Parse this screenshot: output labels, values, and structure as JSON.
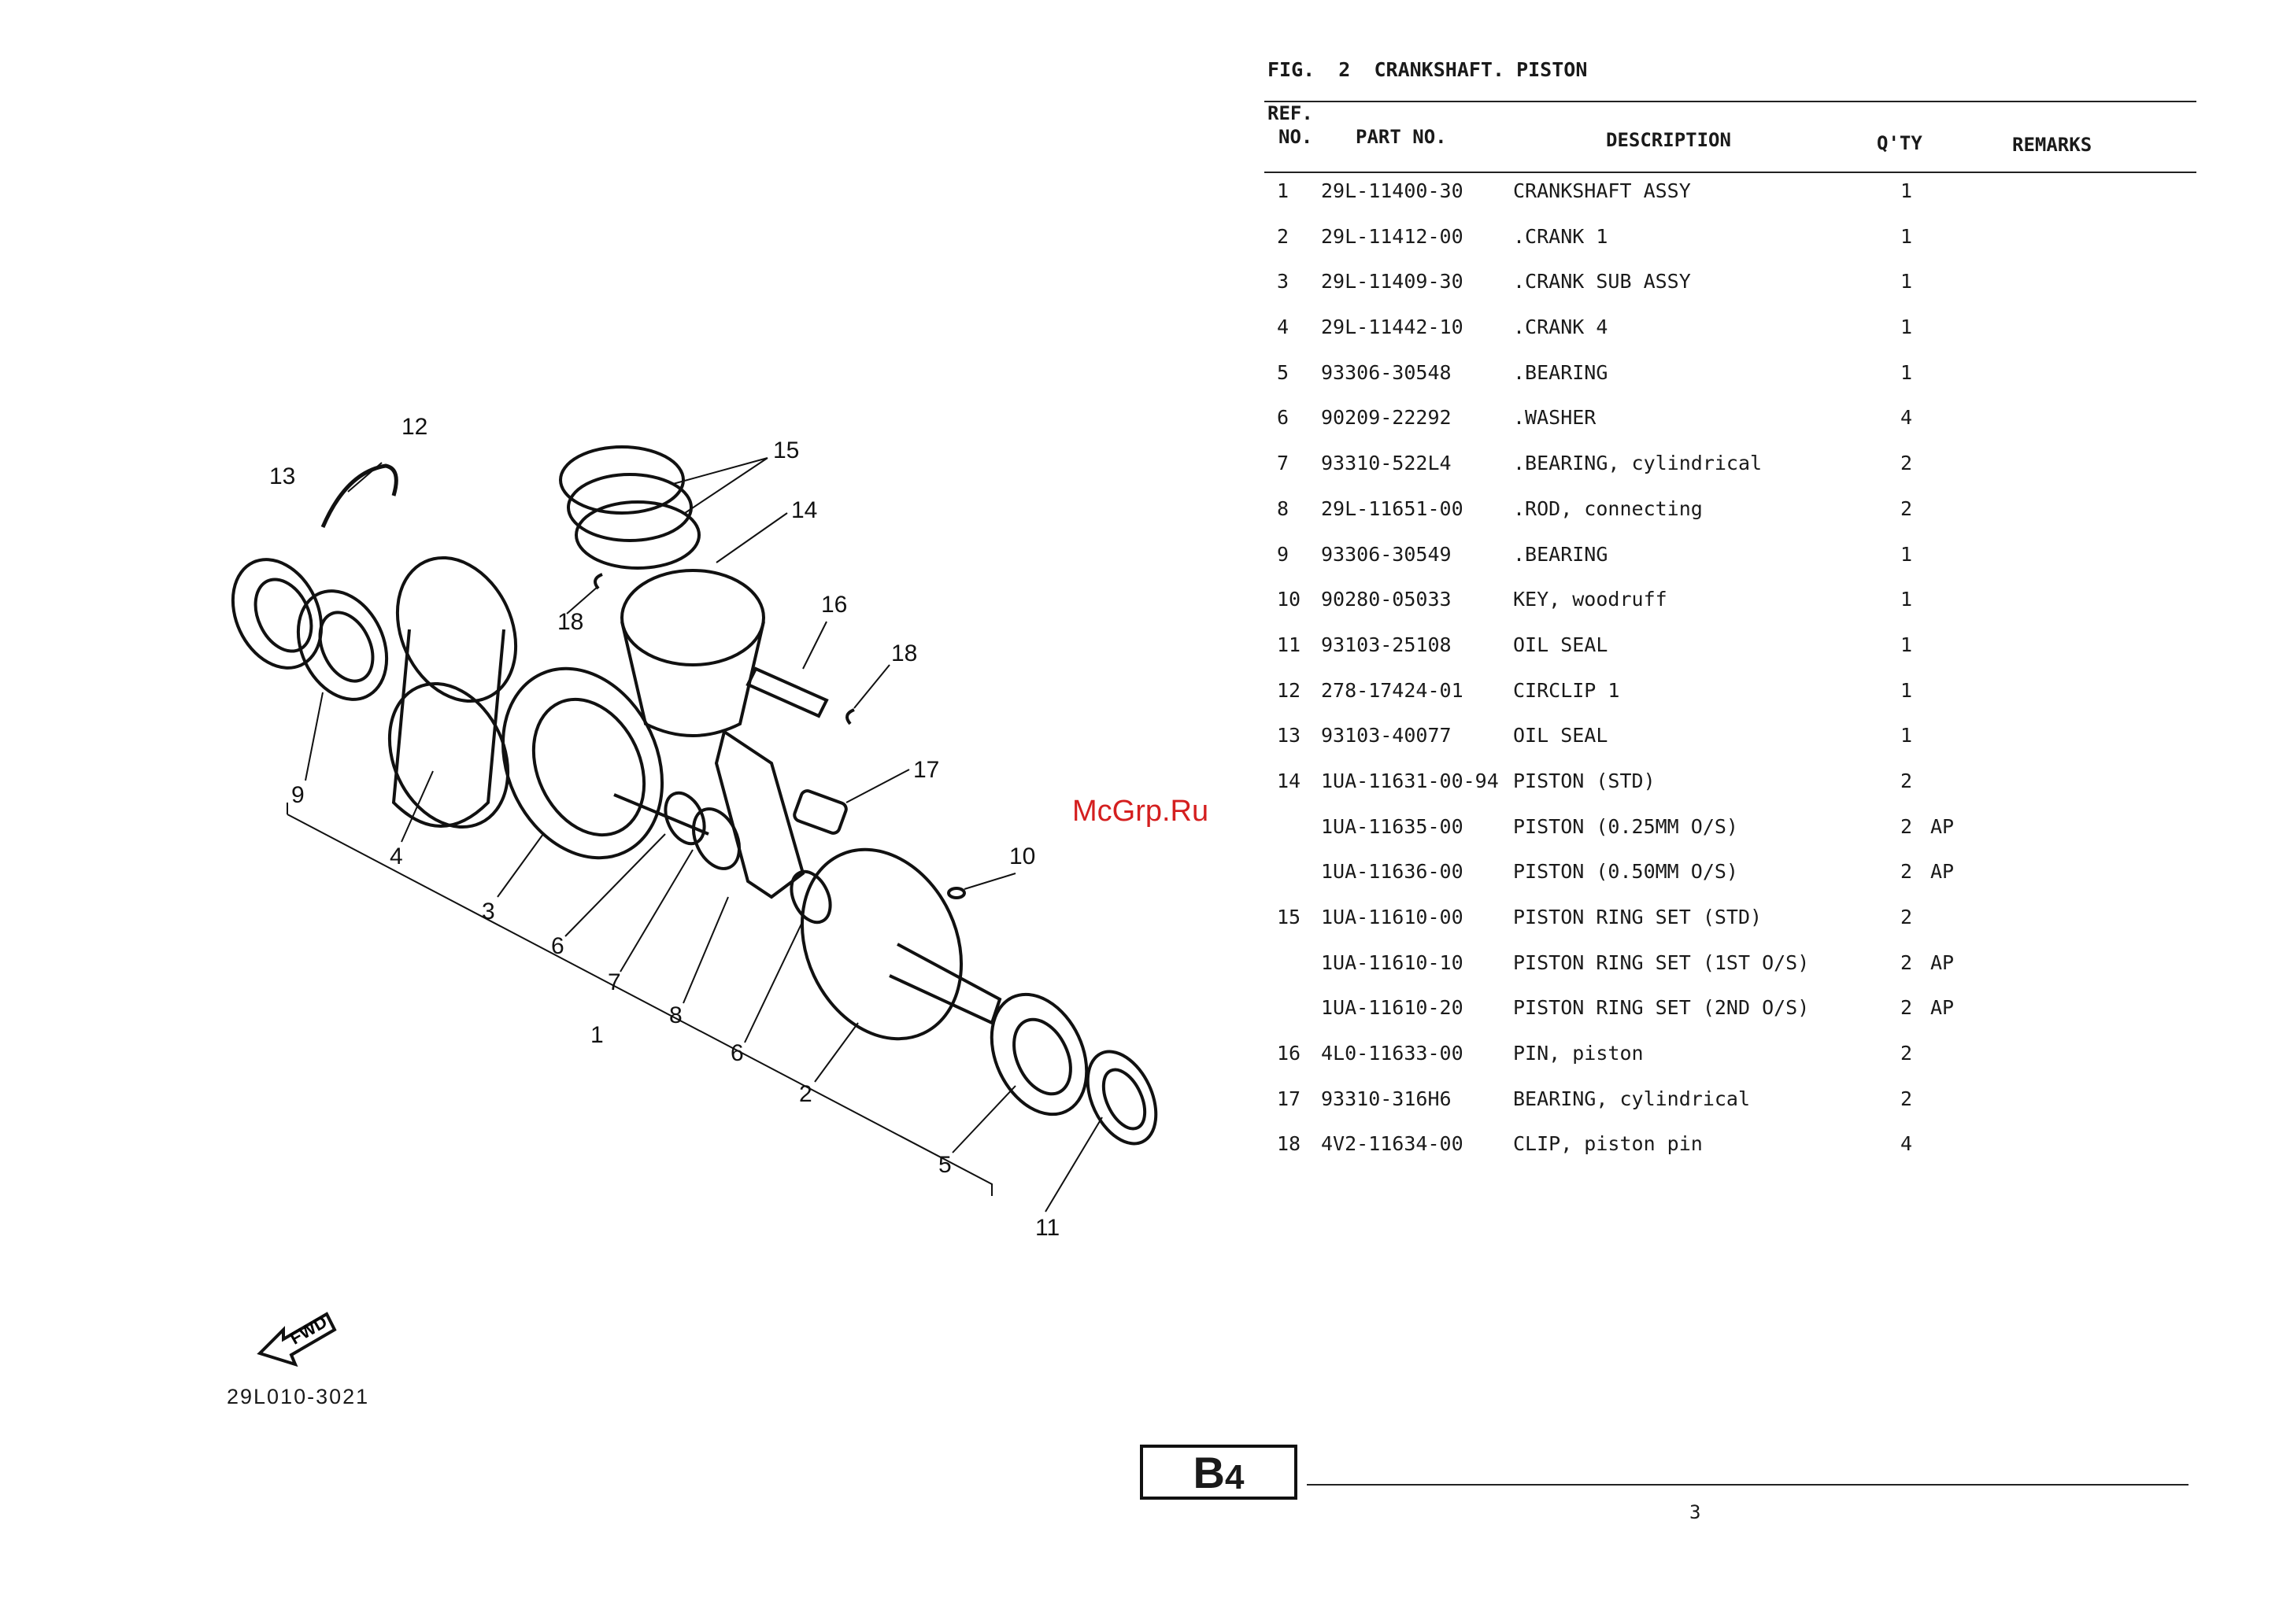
{
  "figure": {
    "label": "FIG.  2  CRANKSHAFT. PISTON"
  },
  "columns": {
    "ref_line1": "REF.",
    "ref_line2": "NO.",
    "part_no": "PART NO.",
    "description": "DESCRIPTION",
    "qty": "Q'TY",
    "remarks": "REMARKS"
  },
  "parts": [
    {
      "ref": "1",
      "part_no": "29L-11400-30",
      "description": "CRANKSHAFT ASSY",
      "qty": "1",
      "remarks": ""
    },
    {
      "ref": "2",
      "part_no": "29L-11412-00",
      "description": ".CRANK 1",
      "qty": "1",
      "remarks": ""
    },
    {
      "ref": "3",
      "part_no": "29L-11409-30",
      "description": ".CRANK SUB ASSY",
      "qty": "1",
      "remarks": ""
    },
    {
      "ref": "4",
      "part_no": "29L-11442-10",
      "description": ".CRANK 4",
      "qty": "1",
      "remarks": ""
    },
    {
      "ref": "5",
      "part_no": "93306-30548",
      "description": ".BEARING",
      "qty": "1",
      "remarks": ""
    },
    {
      "ref": "6",
      "part_no": "90209-22292",
      "description": ".WASHER",
      "qty": "4",
      "remarks": ""
    },
    {
      "ref": "7",
      "part_no": "93310-522L4",
      "description": ".BEARING, cylindrical",
      "qty": "2",
      "remarks": ""
    },
    {
      "ref": "8",
      "part_no": "29L-11651-00",
      "description": ".ROD, connecting",
      "qty": "2",
      "remarks": ""
    },
    {
      "ref": "9",
      "part_no": "93306-30549",
      "description": ".BEARING",
      "qty": "1",
      "remarks": ""
    },
    {
      "ref": "10",
      "part_no": "90280-05033",
      "description": "KEY, woodruff",
      "qty": "1",
      "remarks": ""
    },
    {
      "ref": "11",
      "part_no": "93103-25108",
      "description": "OIL SEAL",
      "qty": "1",
      "remarks": ""
    },
    {
      "ref": "12",
      "part_no": "278-17424-01",
      "description": "CIRCLIP 1",
      "qty": "1",
      "remarks": ""
    },
    {
      "ref": "13",
      "part_no": "93103-40077",
      "description": "OIL SEAL",
      "qty": "1",
      "remarks": ""
    },
    {
      "ref": "14",
      "part_no": "1UA-11631-00-94",
      "description": "PISTON (STD)",
      "qty": "2",
      "remarks": ""
    },
    {
      "ref": "",
      "part_no": "1UA-11635-00",
      "description": "PISTON (0.25MM O/S)",
      "qty": "2",
      "remarks": "AP"
    },
    {
      "ref": "",
      "part_no": "1UA-11636-00",
      "description": "PISTON (0.50MM O/S)",
      "qty": "2",
      "remarks": "AP"
    },
    {
      "ref": "15",
      "part_no": "1UA-11610-00",
      "description": "PISTON RING SET (STD)",
      "qty": "2",
      "remarks": ""
    },
    {
      "ref": "",
      "part_no": "1UA-11610-10",
      "description": "PISTON RING SET (1ST O/S)",
      "qty": "2",
      "remarks": "AP"
    },
    {
      "ref": "",
      "part_no": "1UA-11610-20",
      "description": "PISTON RING SET (2ND O/S)",
      "qty": "2",
      "remarks": "AP"
    },
    {
      "ref": "16",
      "part_no": "4L0-11633-00",
      "description": "PIN, piston",
      "qty": "2",
      "remarks": ""
    },
    {
      "ref": "17",
      "part_no": "93310-316H6",
      "description": "BEARING, cylindrical",
      "qty": "2",
      "remarks": ""
    },
    {
      "ref": "18",
      "part_no": "4V2-11634-00",
      "description": "CLIP, piston pin",
      "qty": "4",
      "remarks": ""
    }
  ],
  "diagram": {
    "code": "29L010-3021",
    "fwd_label": "FWD",
    "callouts": {
      "c1": "1",
      "c2": "2",
      "c3": "3",
      "c4": "4",
      "c5": "5",
      "c6a": "6",
      "c6b": "6",
      "c7": "7",
      "c8": "8",
      "c9": "9",
      "c10": "10",
      "c11": "11",
      "c12": "12",
      "c13": "13",
      "c14": "14",
      "c15": "15",
      "c16": "16",
      "c17": "17",
      "c18a": "18",
      "c18b": "18"
    }
  },
  "watermark": "McGrp.Ru",
  "page_badge": {
    "letter": "B",
    "number": "4"
  },
  "page_number": "3"
}
